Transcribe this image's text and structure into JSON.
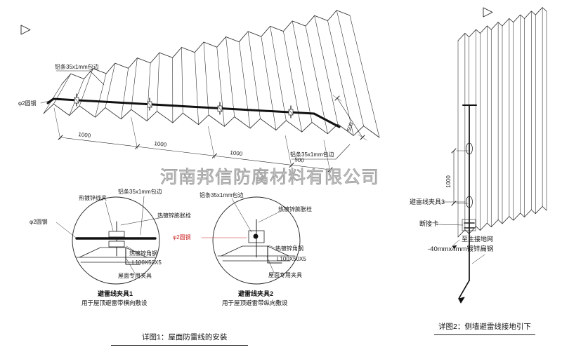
{
  "watermark": {
    "text": "河南邦信防腐材料有限公司"
  },
  "colors": {
    "line": "#222222",
    "wire": "#111111",
    "red_label": "#cc2222",
    "watermark_gray": "#8f8f8f"
  },
  "icons": {
    "section_marker": "right-pointing-triangle",
    "ground_arrow": "down-left-arrowhead"
  },
  "roof": {
    "label_alu_top": "铝条35x1mm包边",
    "label_round_steel": "φ2圆钢",
    "label_alu_bottom": "铝条35x1mm包边",
    "dim_segments": [
      "1000",
      "1000",
      "1000",
      "500"
    ],
    "dim_width": "500"
  },
  "detail1": {
    "title": "避雷线夹具1",
    "subtitle": "用于屋顶避雷带横向敷设",
    "label_wire_clip": "热镀锌线夹",
    "label_alu": "铝条35x1mm包边",
    "label_bolt": "热镀锌膨胀栓",
    "label_round_steel": "φ2圆钢",
    "label_angle": "热镀锌角钢",
    "label_angle_spec": "L100X50X5",
    "label_fixture": "屋面专用夹具"
  },
  "detail2": {
    "title": "避雷线夹具2",
    "subtitle": "用于屋顶避雷带纵向敷设",
    "label_alu": "铝条35x1mm包边",
    "label_bolt": "热镀锌膨胀栓",
    "label_round_steel": "φ2圆钢",
    "label_angle": "热镀锌角钢",
    "label_angle_spec": "L100X50X5",
    "label_fixture": "屋面专用夹具"
  },
  "wall": {
    "dim": "1000",
    "label_clamp": "避雷线夹具3",
    "label_disconnect": "断接卡",
    "label_to_ground": "至主接地网",
    "label_flat_steel": "-40mmx4mm镀锌扁钢"
  },
  "captions": {
    "detail1": "详图1：屋面防雷线的安装",
    "detail2": "详图2：侧墙避雷线接地引下"
  }
}
